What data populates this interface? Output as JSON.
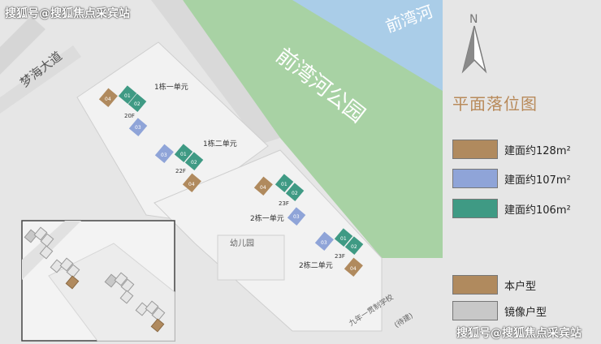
{
  "watermark": "搜狐号@搜狐焦点采宾站",
  "map": {
    "river": "前湾河",
    "park": "前湾河公园",
    "road": "梦海大道",
    "kindergarten": "幼儿园",
    "school_line1": "九年一贯制学校",
    "school_line2": "(待建)",
    "buildings": {
      "b1u1": "1栋一单元",
      "b1u2": "1栋二单元",
      "b2u1": "2栋一单元",
      "b2u2": "2栋二单元"
    },
    "floors": {
      "f20": "20F",
      "f22": "22F",
      "f23": "23F"
    },
    "units": {
      "u01": "01",
      "u02": "02",
      "u03": "03",
      "u04": "04"
    }
  },
  "north_label": "N",
  "legend": {
    "title": "平面落位图",
    "items": [
      {
        "label": "建面约128m²",
        "color": "#b08a5e"
      },
      {
        "label": "建面约107m²",
        "color": "#8fa4d8"
      },
      {
        "label": "建面约106m²",
        "color": "#3f9a84"
      },
      {
        "label": "本户型",
        "color": "#b08a5e"
      },
      {
        "label": "镜像户型",
        "color": "#c8c8c8"
      }
    ]
  },
  "colors": {
    "brown": "#b08a5e",
    "blue": "#8fa4d8",
    "green": "#3f9a84",
    "park": "#a8d2a4",
    "river": "#aacde8",
    "mirror": "#d0d0d0"
  }
}
